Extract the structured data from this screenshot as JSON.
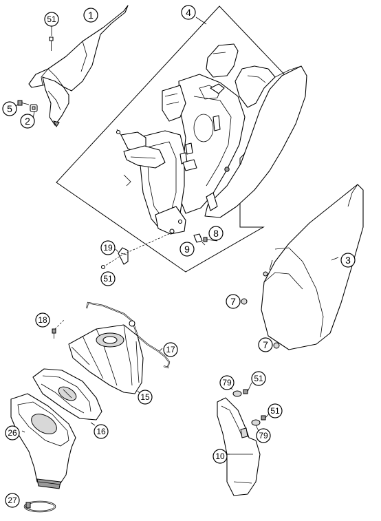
{
  "callouts": [
    {
      "id": "c1",
      "label": "1"
    },
    {
      "id": "c51a",
      "label": "51"
    },
    {
      "id": "c5",
      "label": "5"
    },
    {
      "id": "c2",
      "label": "2"
    },
    {
      "id": "c4",
      "label": "4"
    },
    {
      "id": "c8",
      "label": "8"
    },
    {
      "id": "c9",
      "label": "9"
    },
    {
      "id": "c19",
      "label": "19"
    },
    {
      "id": "c51b",
      "label": "51"
    },
    {
      "id": "c3",
      "label": "3"
    },
    {
      "id": "c7a",
      "label": "7"
    },
    {
      "id": "c7b",
      "label": "7"
    },
    {
      "id": "c18",
      "label": "18"
    },
    {
      "id": "c17",
      "label": "17"
    },
    {
      "id": "c15",
      "label": "15"
    },
    {
      "id": "c16",
      "label": "16"
    },
    {
      "id": "c26",
      "label": "26"
    },
    {
      "id": "c27",
      "label": "27"
    },
    {
      "id": "c79a",
      "label": "79"
    },
    {
      "id": "c51c",
      "label": "51"
    },
    {
      "id": "c51d",
      "label": "51"
    },
    {
      "id": "c79b",
      "label": "79"
    },
    {
      "id": "c10",
      "label": "10"
    }
  ]
}
